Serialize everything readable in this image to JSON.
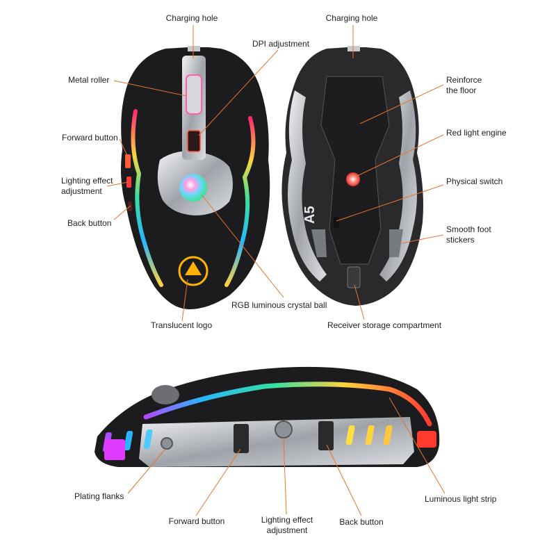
{
  "top_view_labels": {
    "charging_hole": "Charging hole",
    "dpi_adjustment": "DPI adjustment",
    "metal_roller": "Metal roller",
    "forward_button": "Forward button",
    "lighting_effect_line1": "Lighting effect",
    "lighting_effect_line2": "adjustment",
    "back_button": "Back button",
    "translucent_logo": "Translucent logo",
    "rgb_ball": "RGB luminous crystal ball"
  },
  "bottom_view_labels": {
    "charging_hole": "Charging hole",
    "reinforce_line1": "Reinforce",
    "reinforce_line2": "the floor",
    "red_light_engine": "Red light engine",
    "physical_switch": "Physical switch",
    "smooth_feet_line1": "Smooth foot",
    "smooth_feet_line2": "stickers",
    "receiver_storage": "Receiver storage compartment",
    "model_mark": "A5"
  },
  "side_view_labels": {
    "plating_flanks": "Plating flanks",
    "forward_button": "Forward button",
    "lighting_effect_line1": "Lighting effect",
    "lighting_effect_line2": "adjustment",
    "back_button": "Back button",
    "luminous_strip": "Luminous light strip"
  },
  "colors": {
    "leader_line": "#e8742a",
    "mouse_body": "#1c1c1e",
    "metal": "#b9bcc2",
    "rgb": [
      "#ff2a6d",
      "#ffd23f",
      "#34e0a1",
      "#29b6ff",
      "#b14bff"
    ]
  }
}
